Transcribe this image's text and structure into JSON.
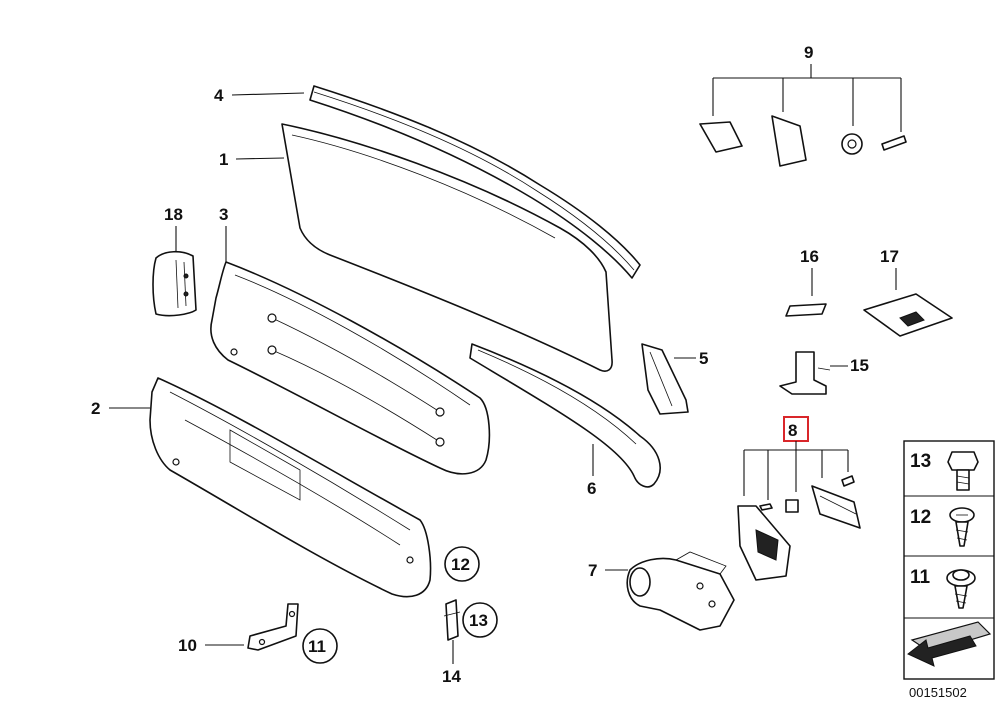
{
  "diagram": {
    "callouts": {
      "c1": "1",
      "c2": "2",
      "c3": "3",
      "c4": "4",
      "c5": "5",
      "c6": "6",
      "c7": "7",
      "c8": "8",
      "c9": "9",
      "c10": "10",
      "c11a": "11",
      "c11b": "11",
      "c12": "12",
      "c13": "13",
      "c14": "14",
      "c15": "15",
      "c16": "16",
      "c17": "17",
      "c18": "18"
    },
    "highlight_color": "#d9262a",
    "legend": {
      "items": [
        {
          "number": "13",
          "icon": "hex-bolt-icon"
        },
        {
          "number": "12",
          "icon": "round-head-screw-icon"
        },
        {
          "number": "11",
          "icon": "flange-screw-icon"
        }
      ],
      "footer_icon": "arrow-icon"
    },
    "ref_code": "00151502"
  }
}
